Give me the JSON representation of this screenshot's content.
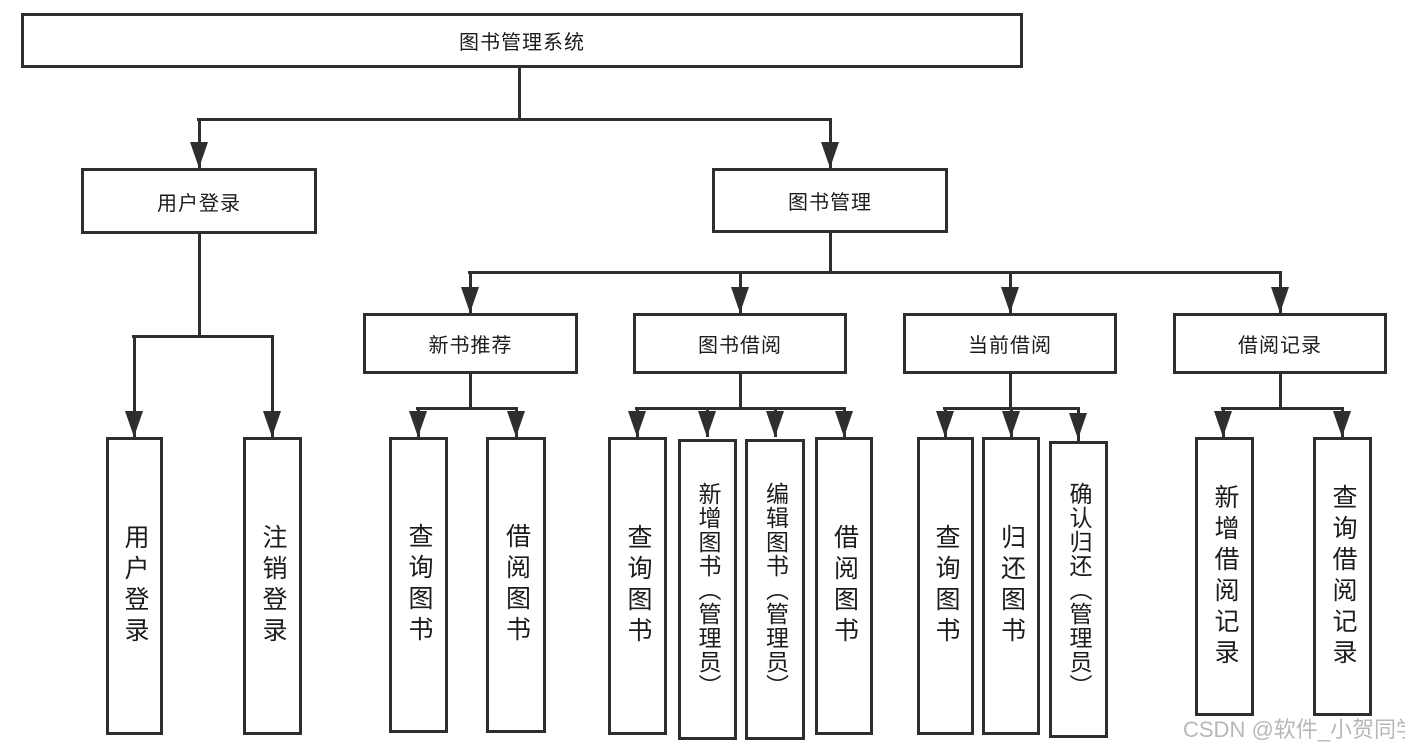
{
  "tree": {
    "root": "图书管理系统",
    "level2": {
      "user_login": "用户登录",
      "book_mgmt": "图书管理"
    },
    "level3": {
      "new_books": "新书推荐",
      "book_borrow": "图书借阅",
      "current_borrow": "当前借阅",
      "borrow_records": "借阅记录"
    },
    "leaves": {
      "user_login": "用户登录",
      "logout": "注销登录",
      "nb_query": "查询图书",
      "nb_borrow": "借阅图书",
      "bb_query": "查询图书",
      "bb_add": "新增图书（管理员）",
      "bb_edit": "编辑图书（管理员）",
      "bb_borrow": "借阅图书",
      "cb_query": "查询图书",
      "cb_return": "归还图书",
      "cb_confirm": "确认归还（管理员）",
      "br_add": "新增借阅记录",
      "br_query": "查询借阅记录"
    }
  },
  "watermark": "CSDN @软件_小贺同学",
  "colors": {
    "line": "#2e2e2e",
    "text": "#1c1c1c",
    "background": "#ffffff",
    "watermark": "#b2b2b2"
  }
}
